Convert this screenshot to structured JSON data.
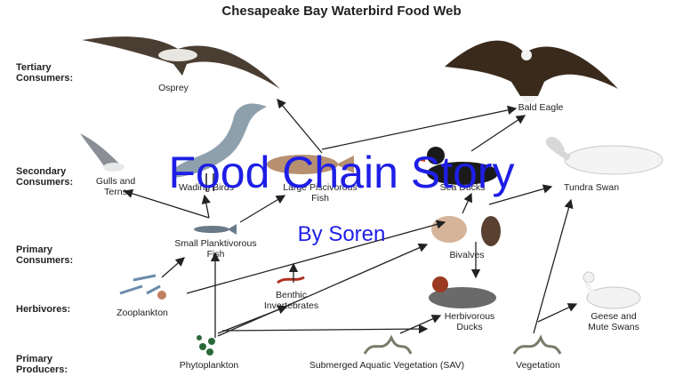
{
  "diagram": {
    "title": "Chesapeake Bay Waterbird Food Web",
    "tiers": {
      "tertiary": "Tertiary\nConsumers:",
      "secondary": "Secondary\nConsumers:",
      "primary": "Primary\nConsumers:",
      "herbivores": "Herbivores:",
      "producers": "Primary\nProducers:"
    },
    "organisms": {
      "osprey": "Osprey",
      "bald_eagle": "Bald Eagle",
      "gulls_terns": "Gulls and\nTerns",
      "wading_birds": "Wading Birds",
      "large_fish": "Large Piscivorous\nFish",
      "sea_ducks": "Sea Ducks",
      "tundra_swan": "Tundra Swan",
      "small_fish": "Small Planktivorous\nFish",
      "bivalves": "Bivalves",
      "zooplankton": "Zooplankton",
      "benthic": "Benthic\nInvertebrates",
      "herb_ducks": "Herbivorous\nDucks",
      "geese": "Geese and\nMute Swans",
      "phytoplankton": "Phytoplankton",
      "sav": "Submerged Aquatic Vegetation (SAV)",
      "vegetation": "Vegetation"
    }
  },
  "overlay": {
    "title": "Food Chain Story",
    "subtitle": "By Soren"
  },
  "colors": {
    "overlay_text": "#1e1ee6",
    "arrow": "#222222"
  }
}
